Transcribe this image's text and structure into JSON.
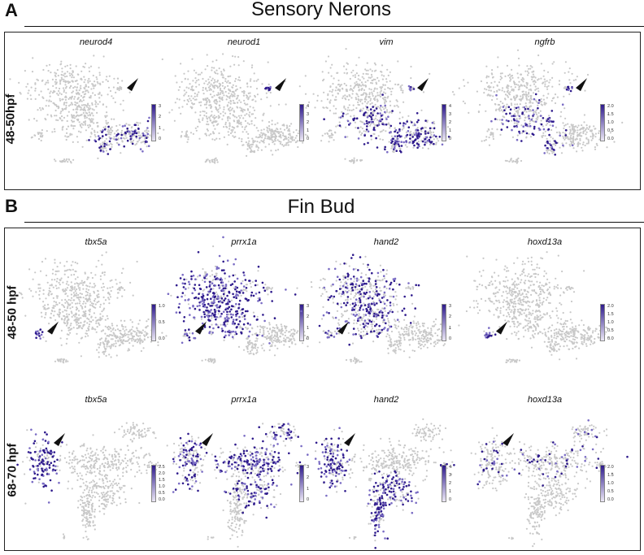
{
  "panels": [
    {
      "letter": "A",
      "title": "Sensory Nerons",
      "rows": [
        {
          "stage": "48-50hpf",
          "layout": "a",
          "genes": [
            {
              "name": "neurod4",
              "legend": [
                "3",
                "2",
                "1",
                "0"
              ],
              "pattern": "sensory-sparse",
              "arrow": "right-cluster"
            },
            {
              "name": "neurod1",
              "legend": [
                "4",
                "3",
                "2",
                "1",
                "0"
              ],
              "pattern": "sensory-focal",
              "arrow": "right-cluster"
            },
            {
              "name": "vim",
              "legend": [
                "4",
                "3",
                "2",
                "1",
                "0"
              ],
              "pattern": "sensory-broad",
              "arrow": "right-cluster"
            },
            {
              "name": "ngfrb",
              "legend": [
                "2.0",
                "1.5",
                "1.0",
                "0.5",
                "0.0"
              ],
              "pattern": "sensory-mid",
              "arrow": "right-cluster"
            }
          ]
        }
      ]
    },
    {
      "letter": "B",
      "title": "Fin Bud",
      "rows": [
        {
          "stage": "48-50 hpf",
          "layout": "a",
          "genes": [
            {
              "name": "tbx5a",
              "legend": [
                "1.0",
                "0.5",
                "0.0"
              ],
              "pattern": "fin-focal",
              "arrow": "left-cluster"
            },
            {
              "name": "prrx1a",
              "legend": [
                "3",
                "2",
                "1",
                "0"
              ],
              "pattern": "broad",
              "arrow": "left-cluster"
            },
            {
              "name": "hand2",
              "legend": [
                "3",
                "2",
                "1",
                "0"
              ],
              "pattern": "mid-broad",
              "arrow": "left-cluster"
            },
            {
              "name": "hoxd13a",
              "legend": [
                "2.0",
                "1.5",
                "1.0",
                "0.5",
                "0.0"
              ],
              "pattern": "fin-focal",
              "arrow": "left-cluster"
            }
          ]
        },
        {
          "stage": "68-70 hpf",
          "layout": "b",
          "genes": [
            {
              "name": "tbx5a",
              "legend": [
                "2.5",
                "2.0",
                "1.5",
                "1.0",
                "0.5",
                "0.0"
              ],
              "pattern": "b-left",
              "arrow": "left-cluster"
            },
            {
              "name": "prrx1a",
              "legend": [
                "3",
                "2",
                "1",
                "0"
              ],
              "pattern": "b-broad",
              "arrow": "left-cluster"
            },
            {
              "name": "hand2",
              "legend": [
                "4",
                "3",
                "2",
                "1",
                "0"
              ],
              "pattern": "b-hand",
              "arrow": "left-cluster"
            },
            {
              "name": "hoxd13a",
              "legend": [
                "2.0",
                "1.5",
                "1.0",
                "0.5",
                "0.0"
              ],
              "pattern": "b-sparse",
              "arrow": "left-cluster"
            }
          ]
        }
      ]
    }
  ],
  "colors": {
    "background_cells": "#c8c8c8",
    "expression_high": "#2e1a8c",
    "expression_low": "#ece8f6",
    "arrow": "#111111",
    "frame": "#222222"
  }
}
